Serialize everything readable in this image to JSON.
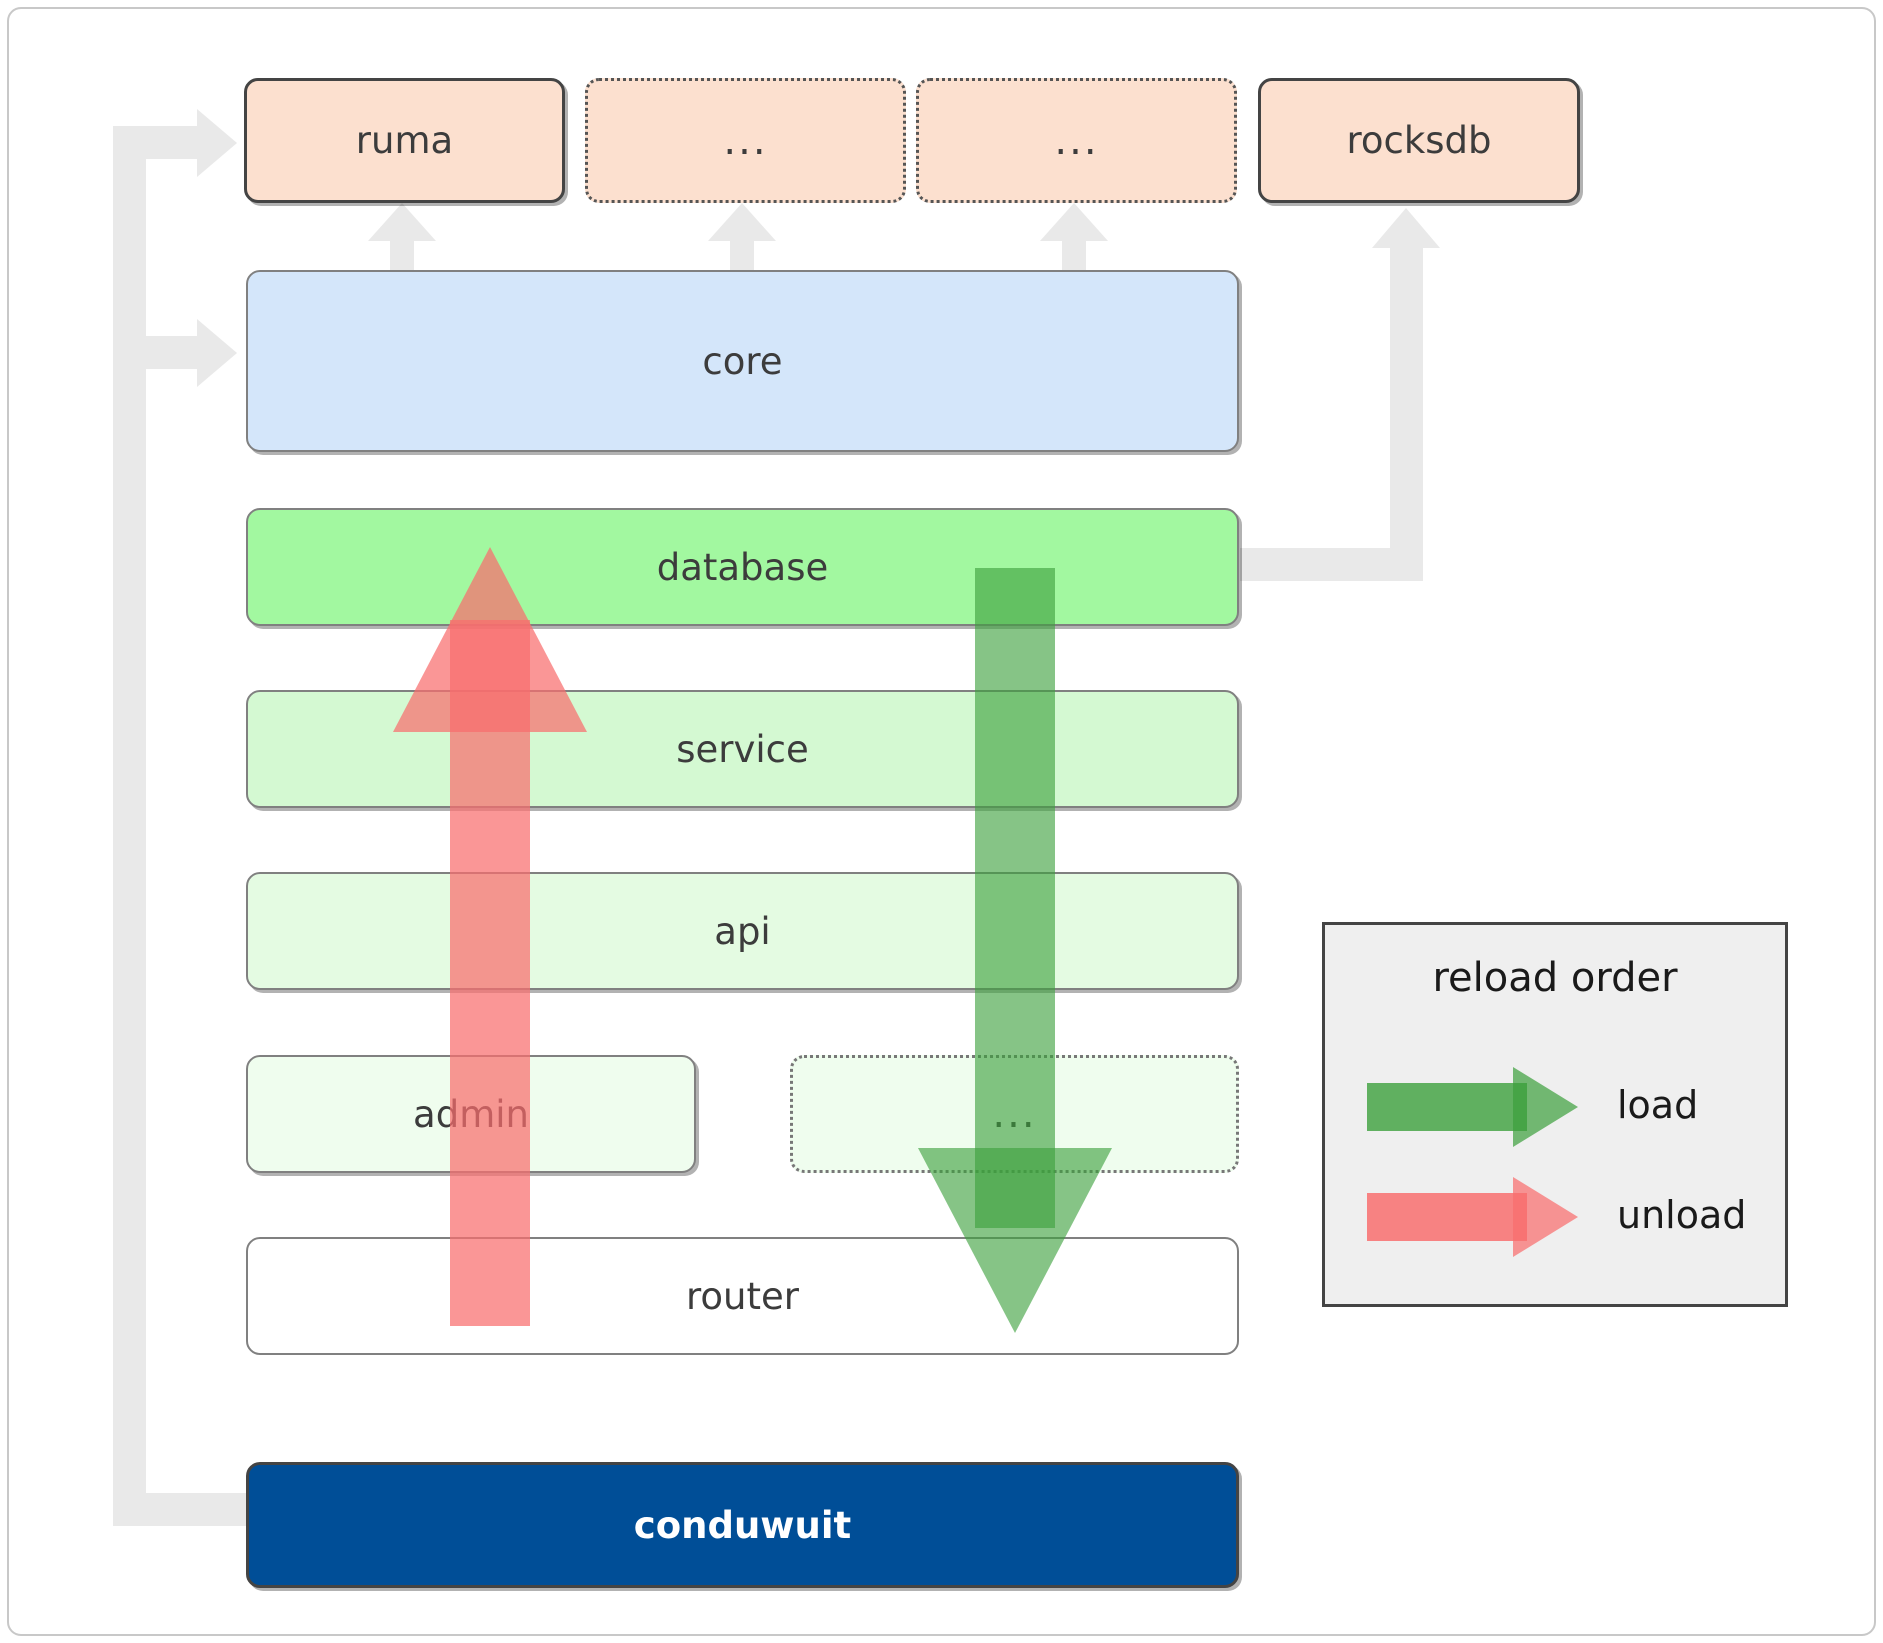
{
  "diagram": {
    "title": "conduwuit crate layering / reload order",
    "top_row": [
      {
        "id": "ruma",
        "label": "ruma",
        "style": "solid-peach"
      },
      {
        "id": "ellipsis1",
        "label": "...",
        "style": "dotted-peach"
      },
      {
        "id": "ellipsis2",
        "label": "...",
        "style": "dotted-peach"
      },
      {
        "id": "rocksdb",
        "label": "rocksdb",
        "style": "solid-peach"
      }
    ],
    "stack": [
      {
        "id": "core",
        "label": "core",
        "style": "blue"
      },
      {
        "id": "database",
        "label": "database",
        "style": "green1"
      },
      {
        "id": "service",
        "label": "service",
        "style": "green2"
      },
      {
        "id": "api",
        "label": "api",
        "style": "green3"
      },
      {
        "id": "admin",
        "label": "admin",
        "style": "green4"
      },
      {
        "id": "ellipsis3",
        "label": "...",
        "style": "green4-dotted"
      },
      {
        "id": "router",
        "label": "router",
        "style": "white"
      }
    ],
    "root": {
      "id": "conduwuit",
      "label": "conduwuit",
      "style": "navy"
    },
    "legend": {
      "title": "reload order",
      "items": [
        {
          "id": "load",
          "label": "load",
          "color": "#3ca03c"
        },
        {
          "id": "unload",
          "label": "unload",
          "color": "#f86e6e"
        }
      ]
    },
    "colors": {
      "peach": "#fce0cf",
      "blue": "#d4e6fa",
      "green_database": "#a2f8a0",
      "green_service": "#d4f9d2",
      "green_api": "#e4fbe2",
      "green_admin": "#effdee",
      "white": "#ffffff",
      "navy": "#004e97",
      "connector_grey": "#e9e9e9",
      "legend_bg": "#efefef",
      "load_arrow": "#3ca03c",
      "unload_arrow": "#f86e6e"
    }
  }
}
